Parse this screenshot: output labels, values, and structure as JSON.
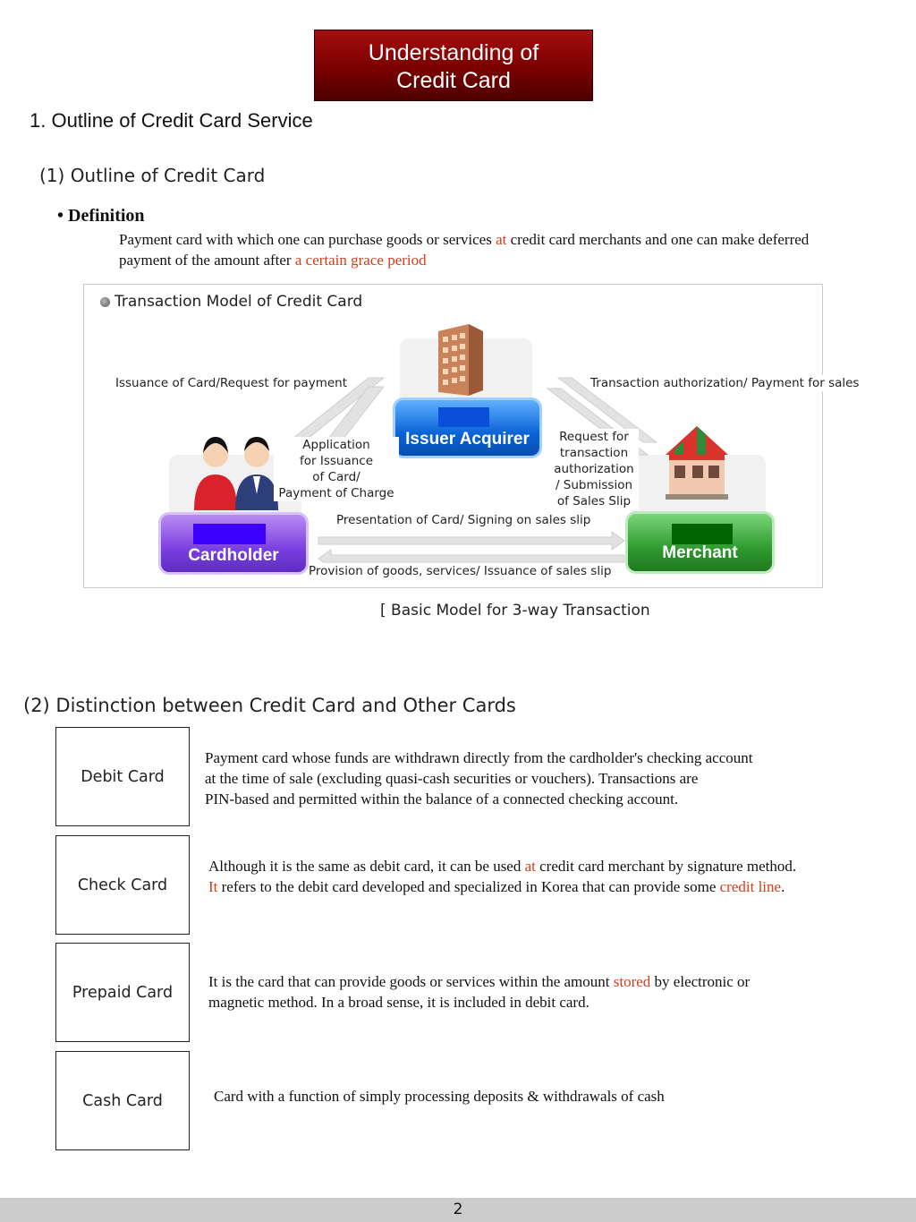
{
  "header": {
    "title_line1": "Understanding of",
    "title_line2": "Credit Card"
  },
  "section1": {
    "heading": "1. Outline of Credit Card Service",
    "subheading": "(1) Outline of Credit Card",
    "definition_label": "• Definition",
    "definition_parts": {
      "p1": "Payment card with which one can purchase goods or services ",
      "p2": "at",
      "p3": " credit card merchants and one can make deferred payment of the amount after ",
      "p4": "a certain grace period"
    }
  },
  "diagram": {
    "title": "Transaction Model of Credit Card",
    "label_issuance": "Issuance of Card/Request for payment",
    "label_authorization": "Transaction authorization/ Payment for sales",
    "label_application": [
      "Application",
      "for Issuance",
      "of Card/",
      "Payment of Charge"
    ],
    "label_request": [
      "Request for",
      "transaction",
      "authorization",
      "/ Submission",
      "of Sales Slip"
    ],
    "label_presentation": "Presentation of Card/ Signing on sales slip",
    "label_provision": "Provision of goods, services/ Issuance of sales slip",
    "node_issuer": "Issuer Acquirer",
    "node_cardholder": "Cardholder",
    "node_merchant": "Merchant",
    "colors": {
      "issuer_cover": "#0a4fd8",
      "cardholder_cover": "#3b00ff",
      "merchant_cover": "#006400"
    },
    "icons": [
      "building-icon",
      "people-icon",
      "shop-icon"
    ],
    "caption": "[ Basic Model for 3-way Transaction"
  },
  "section2": {
    "heading": "(2) Distinction between Credit Card and Other Cards",
    "cards": [
      {
        "name": "Debit Card",
        "lines": [
          "Payment card whose funds are withdrawn directly from the cardholder's checking account",
          "at the time of sale (excluding quasi-cash securities or vouchers). Transactions are",
          "PIN-based and permitted within the balance of a connected checking account."
        ]
      },
      {
        "name": "Check Card",
        "l1a": "Although it is the same as debit card, it can be used ",
        "l1b": "at",
        "l1c": " credit card merchant by signature method.",
        "l2a": "It",
        "l2b": " refers to the debit card developed and specialized in Korea that can provide some ",
        "l2c": "credit line",
        "l2d": "."
      },
      {
        "name": "Prepaid Card",
        "l1a": "It is the card that can provide goods or services within the amount ",
        "l1b": "stored",
        "l1c": " by electronic or",
        "l2": "magnetic method. In a broad sense, it is included in debit card."
      },
      {
        "name": "Cash Card",
        "line": "Card with a function of simply processing deposits & withdrawals of cash"
      }
    ]
  },
  "footer": {
    "page_number": "2"
  },
  "colors": {
    "title_bg": "#7a0000",
    "highlight": "#d63c1a",
    "footer_bg": "#cccccc"
  }
}
